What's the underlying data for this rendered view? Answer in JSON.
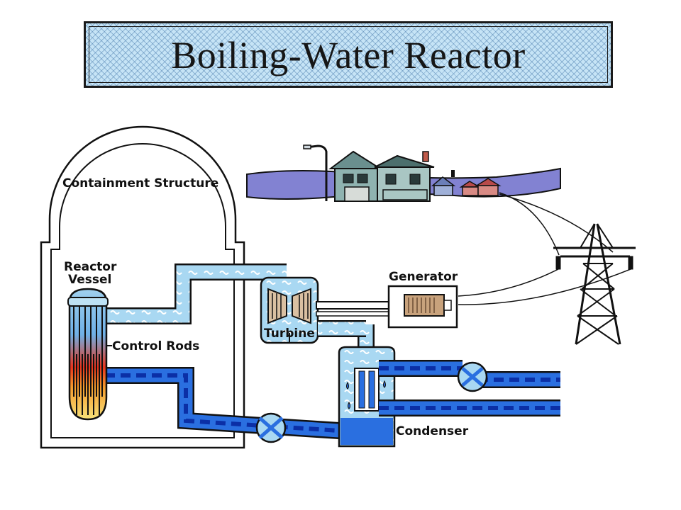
{
  "title": "Boiling-Water Reactor",
  "labels": {
    "containment": "Containment Structure",
    "reactor_line1": "Reactor",
    "reactor_line2": "Vessel",
    "control_rods": "Control Rods",
    "turbine": "Turbine",
    "generator": "Generator",
    "condenser": "Condenser"
  },
  "colors": {
    "steam": "#a9d8f2",
    "water": "#2a6fe0",
    "water_dark": "#0b2fa6",
    "core_hot": "#e8331c",
    "core_warm": "#f7e27a",
    "outline": "#111111",
    "hills": "#8282d2",
    "title_bg": "#c6e4f6"
  }
}
